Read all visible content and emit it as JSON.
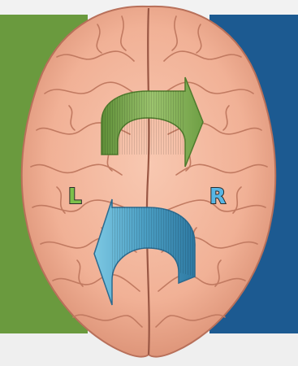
{
  "labels": {
    "left": "L",
    "right": "R"
  },
  "colors": {
    "left_panel": "#6a9a3e",
    "right_panel": "#1c5a91",
    "brain": "#f2b39a",
    "left_label": "#7cc04b",
    "right_label": "#57b6e4",
    "arrow_top": "#7fb057",
    "arrow_bottom": "#4fa3c7"
  },
  "arrows": [
    {
      "name": "top-arrow",
      "direction": "left-to-right",
      "color": "green"
    },
    {
      "name": "bottom-arrow",
      "direction": "right-to-left",
      "color": "blue"
    }
  ]
}
